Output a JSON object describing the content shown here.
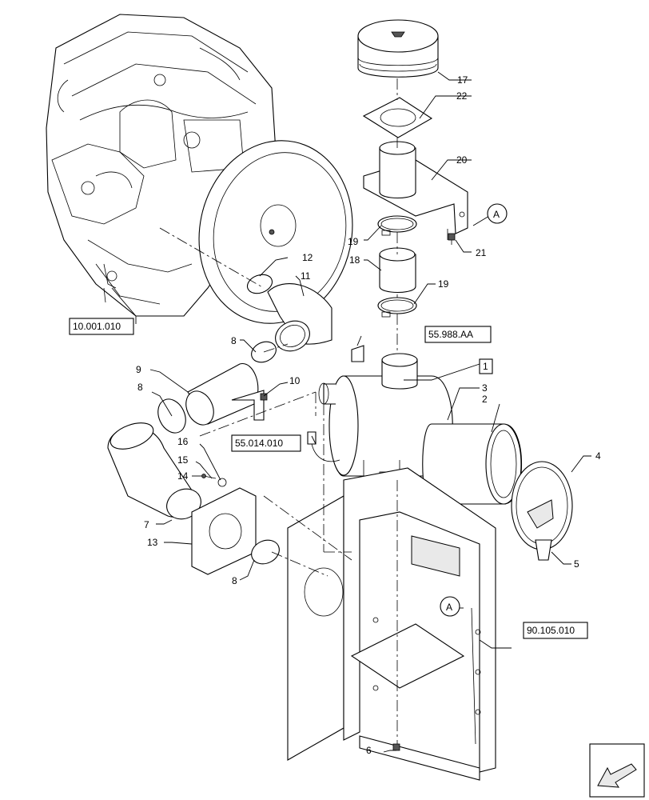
{
  "callouts": {
    "n1": "1",
    "n2": "2",
    "n3": "3",
    "n4": "4",
    "n5": "5",
    "n6": "6",
    "n7": "7",
    "n8a": "8",
    "n8b": "8",
    "n8c": "8",
    "n9": "9",
    "n10": "10",
    "n11": "11",
    "n12": "12",
    "n13": "13",
    "n14": "14",
    "n15": "15",
    "n16": "16",
    "n17": "17",
    "n18": "18",
    "n19a": "19",
    "n19b": "19",
    "n20": "20",
    "n21": "21",
    "n22": "22"
  },
  "references": {
    "engine": "10.001.010",
    "sensor": "55.014.010",
    "switch": "55.988.AA",
    "frame": "90.105.010"
  },
  "markers": {
    "a_top": "A",
    "a_bottom": "A"
  },
  "nav": {
    "icon": "arrow-icon"
  }
}
